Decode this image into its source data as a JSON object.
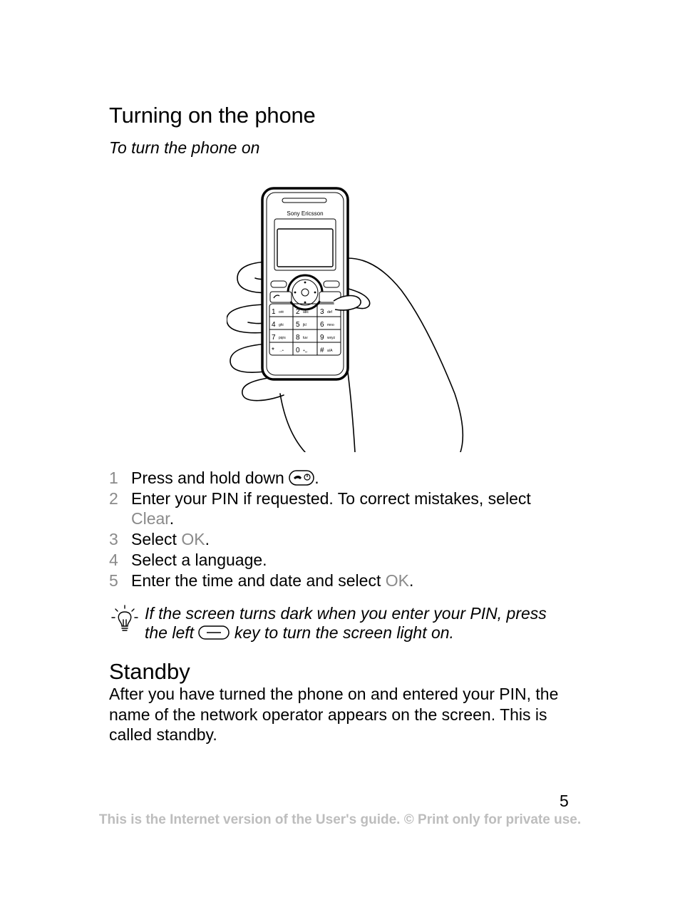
{
  "heading": "Turning on the phone",
  "subheading": "To turn the phone on",
  "figure": {
    "brand": "Sony Ericsson",
    "keys": [
      {
        "digit": "1",
        "letters": "o✉"
      },
      {
        "digit": "2",
        "letters": "abc"
      },
      {
        "digit": "3",
        "letters": "def"
      },
      {
        "digit": "4",
        "letters": "ghi"
      },
      {
        "digit": "5",
        "letters": "jkl"
      },
      {
        "digit": "6",
        "letters": "mno"
      },
      {
        "digit": "7",
        "letters": "pqrs"
      },
      {
        "digit": "8",
        "letters": "tuv"
      },
      {
        "digit": "9",
        "letters": "wxyz"
      },
      {
        "digit": "*",
        "letters": "→•"
      },
      {
        "digit": "0",
        "letters": "+␣"
      },
      {
        "digit": "#",
        "letters": "a/A"
      }
    ]
  },
  "steps": [
    {
      "num": "1",
      "text": "Press and hold down",
      "after": "."
    },
    {
      "num": "2",
      "text": "Enter your PIN if requested. To correct mistakes, select",
      "highlight": "Clear",
      "after": "."
    },
    {
      "num": "3",
      "text": "Select",
      "highlight": "OK",
      "after": "."
    },
    {
      "num": "4",
      "text": "Select a language."
    },
    {
      "num": "5",
      "text": "Enter the time and date and select",
      "highlight": "OK",
      "after": "."
    }
  ],
  "tip": {
    "before": "If the screen turns dark when you enter your PIN, press the left",
    "after": "key to turn the screen light on."
  },
  "section": {
    "title": "Standby",
    "body": "After you have turned the phone on and entered your PIN, the name of the network operator appears on the screen. This is called standby."
  },
  "page_number": "5",
  "footer": "This is the Internet version of the User's guide. © Print only for private use."
}
